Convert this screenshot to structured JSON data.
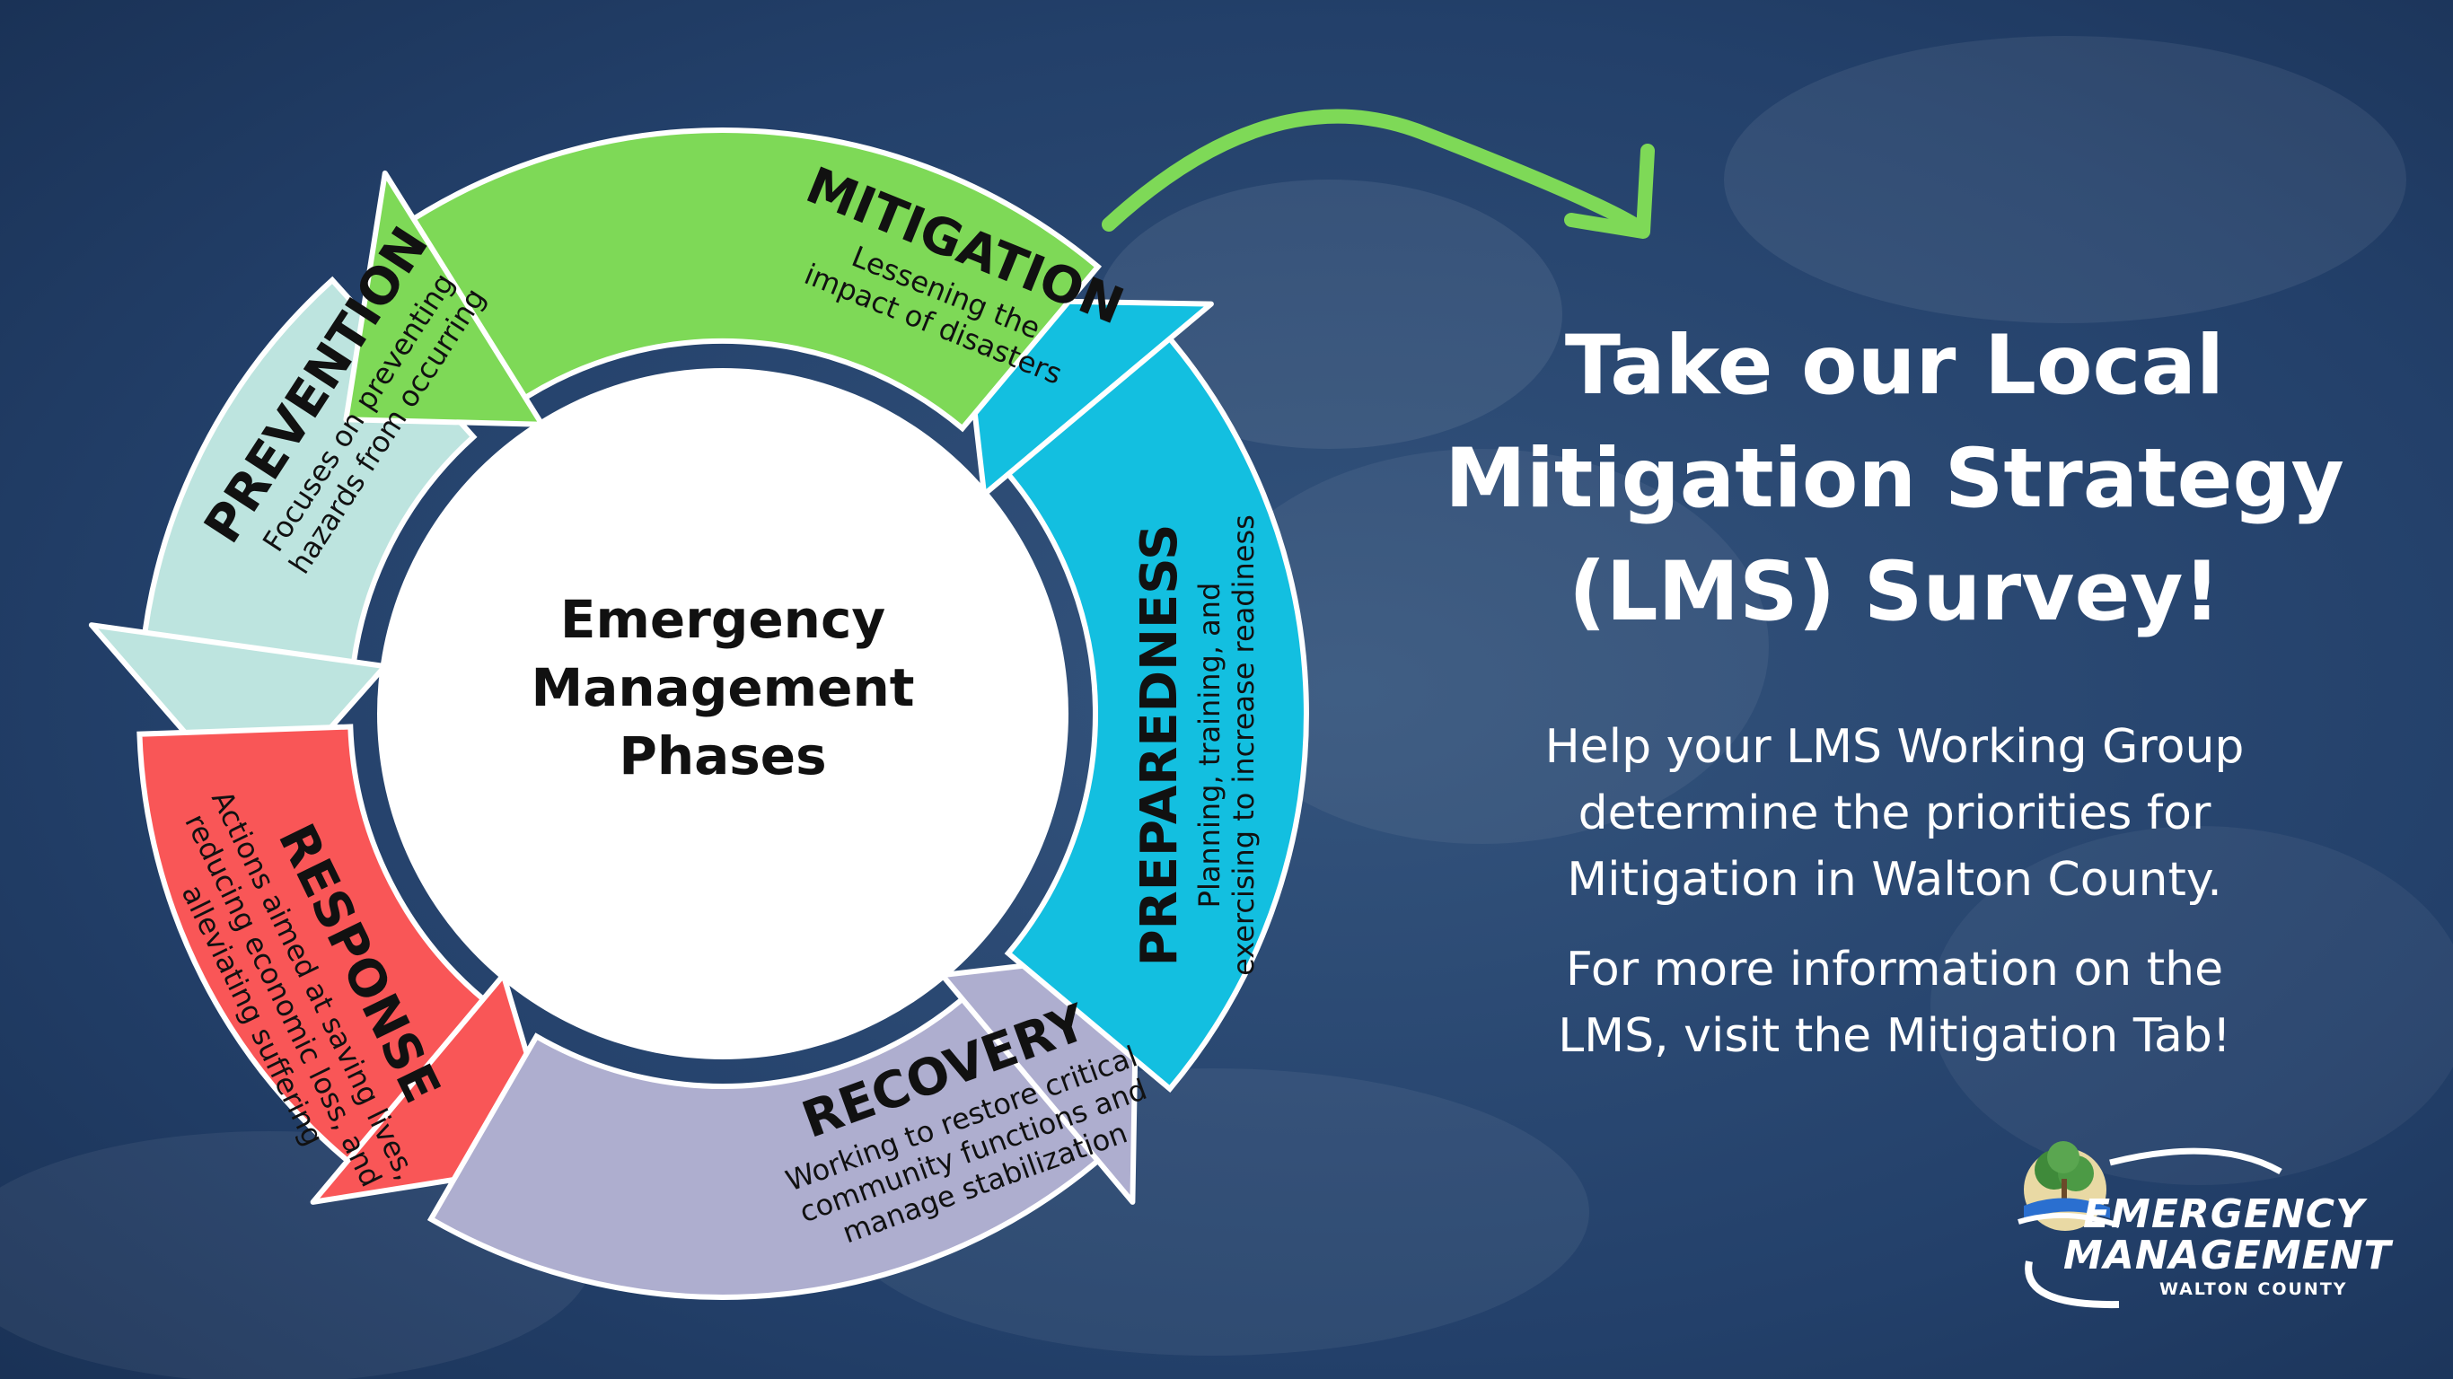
{
  "diagram": {
    "center_title": [
      "Emergency",
      "Management",
      "Phases"
    ],
    "phases": [
      {
        "name": "MITIGATION",
        "description": [
          "Lessening the",
          "impact of disasters"
        ],
        "color": "#7ed957"
      },
      {
        "name": "PREPAREDNESS",
        "description": [
          "Planning, training, and",
          "exercising to increase readiness"
        ],
        "color": "#13bfe0"
      },
      {
        "name": "RECOVERY",
        "description": [
          "Working to restore critical",
          "community functions and",
          "manage stabilization"
        ],
        "color": "#aeaecf"
      },
      {
        "name": "RESPONSE",
        "description": [
          "Actions aimed at saving lives,",
          "reducing economic loss, and",
          "alleviating suffering"
        ],
        "color": "#f95657"
      },
      {
        "name": "PREVENTION",
        "description": [
          "Focuses on preventing",
          "hazards from occurring"
        ],
        "color": "#bde4df"
      }
    ],
    "pointer_arrow_color": "#7ed957"
  },
  "headline": {
    "lines": [
      "Take our Local",
      "Mitigation Strategy",
      "(LMS) Survey!"
    ]
  },
  "body": {
    "para1": [
      "Help your LMS Working Group",
      "determine the priorities for",
      "Mitigation in Walton County."
    ],
    "para2": [
      "For more information on the",
      "LMS, visit the Mitigation Tab!"
    ]
  },
  "logo": {
    "line1": "EMERGENCY",
    "line2": "MANAGEMENT",
    "line3": "WALTON COUNTY"
  },
  "colors": {
    "background": "#1e3a63",
    "text": "#ffffff"
  }
}
